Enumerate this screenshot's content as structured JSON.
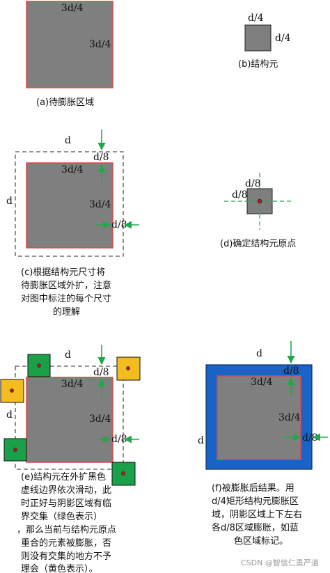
{
  "colors": {
    "shade_fill": "#7f7f7f",
    "shade_border": "#d94a4a",
    "green_arrow": "#22a84a",
    "green_element": "#1aa048",
    "yellow_element": "#f3bd1f",
    "origin_dot": "#b0182a",
    "blue_fill": "#1a63c6",
    "dashed_border": "#555555"
  },
  "labels": {
    "three_d4": "3d/4",
    "d4": "d/4",
    "d8": "d/8",
    "d": "d"
  },
  "panels": {
    "a": {
      "caption": "(a)待膨胀区域"
    },
    "b": {
      "caption": "(b)结构元"
    },
    "c": {
      "caption_lines": [
        "(c)根据结构元尺寸将",
        "待膨胀区域外扩，注意",
        "对图中标注的每个尺寸",
        "的理解"
      ]
    },
    "d": {
      "caption": "(d)确定结构元原点"
    },
    "e": {
      "caption_lines": [
        "(e)结构元在外扩黑色",
        "虚线边界依次滑动，此",
        "时正好与阴影区域有临",
        "界交集（绿色表示）",
        "，那么当前与结构元原点",
        "重合的元素被膨胀，否",
        "则没有交集的地方不予",
        "理会（黄色表示）。"
      ]
    },
    "f": {
      "caption_lines": [
        "(f)被膨胀后结果。用",
        "d/4矩形结构元膨胀区",
        "域，阴影区域上下左右",
        "各d/8区域膨胀，如蓝",
        "色区域标记。"
      ]
    }
  },
  "watermark": "CSDN @智信仁勇严道"
}
